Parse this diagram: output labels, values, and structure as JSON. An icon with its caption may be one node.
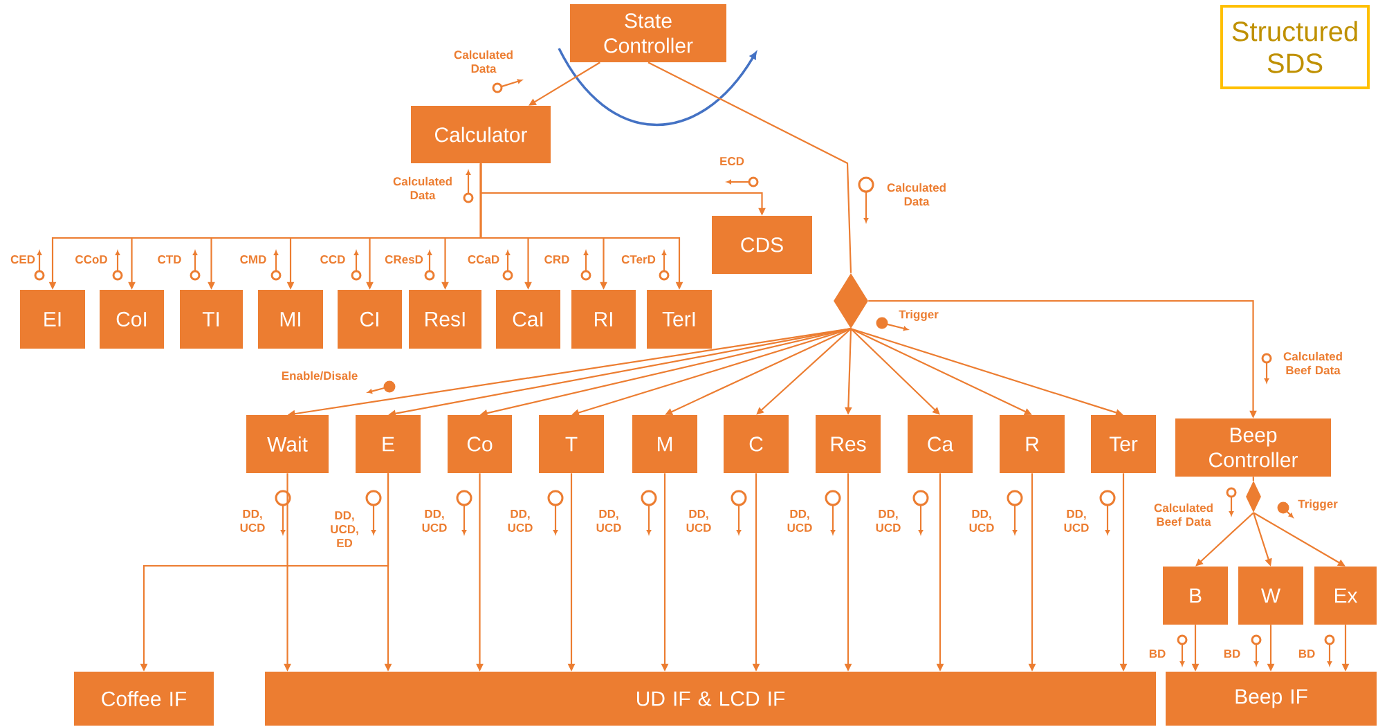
{
  "diagram": {
    "title": "Structured SDS",
    "nodes": [
      {
        "text": [
          "State Controller"
        ]
      },
      {
        "text": [
          "Calculator"
        ]
      },
      {
        "text": [
          "CDS"
        ]
      },
      {
        "text": [
          "EI"
        ]
      },
      {
        "text": [
          "CoI"
        ]
      },
      {
        "text": [
          "TI"
        ]
      },
      {
        "text": [
          "MI"
        ]
      },
      {
        "text": [
          "CI"
        ]
      },
      {
        "text": [
          "ResI"
        ]
      },
      {
        "text": [
          "CaI"
        ]
      },
      {
        "text": [
          "RI"
        ]
      },
      {
        "text": [
          "TerI"
        ]
      },
      {
        "text": [],
        "shape": "diamond"
      },
      {
        "text": [
          "Wait"
        ]
      },
      {
        "text": [
          "E"
        ]
      },
      {
        "text": [
          "Co"
        ]
      },
      {
        "text": [
          "T"
        ]
      },
      {
        "text": [
          "M"
        ]
      },
      {
        "text": [
          "C"
        ]
      },
      {
        "text": [
          "Res"
        ]
      },
      {
        "text": [
          "Ca"
        ]
      },
      {
        "text": [
          "R"
        ]
      },
      {
        "text": [
          "Ter"
        ]
      },
      {
        "text": [
          "Beep Controller"
        ]
      },
      {
        "text": [],
        "shape": "diamond"
      },
      {
        "text": [
          "B"
        ]
      },
      {
        "text": [
          "W"
        ]
      },
      {
        "text": [
          "Ex"
        ]
      },
      {
        "text": [
          "Coffee IF"
        ]
      },
      {
        "text": [
          "UD IF & LCD IF"
        ]
      },
      {
        "text": [
          "Beep IF"
        ]
      }
    ],
    "edges": [
      {
        "from": 0,
        "to": 1,
        "arrow": "to"
      },
      {
        "from": 0,
        "to": 12,
        "arrow": "none"
      },
      {
        "from": 1,
        "to": 2,
        "arrow": "to"
      },
      {
        "from": 1,
        "to": 3,
        "arrow": "to"
      },
      {
        "from": 1,
        "to": 4,
        "arrow": "to"
      },
      {
        "from": 1,
        "to": 5,
        "arrow": "to"
      },
      {
        "from": 1,
        "to": 6,
        "arrow": "to"
      },
      {
        "from": 1,
        "to": 7,
        "arrow": "to"
      },
      {
        "from": 1,
        "to": 8,
        "arrow": "to"
      },
      {
        "from": 1,
        "to": 9,
        "arrow": "to"
      },
      {
        "from": 1,
        "to": 10,
        "arrow": "to"
      },
      {
        "from": 1,
        "to": 11,
        "arrow": "to"
      },
      {
        "from": 12,
        "to": 13,
        "arrow": "to"
      },
      {
        "from": 12,
        "to": 14,
        "arrow": "to"
      },
      {
        "from": 12,
        "to": 15,
        "arrow": "to"
      },
      {
        "from": 12,
        "to": 16,
        "arrow": "to"
      },
      {
        "from": 12,
        "to": 17,
        "arrow": "to"
      },
      {
        "from": 12,
        "to": 18,
        "arrow": "to"
      },
      {
        "from": 12,
        "to": 19,
        "arrow": "to"
      },
      {
        "from": 12,
        "to": 20,
        "arrow": "to"
      },
      {
        "from": 12,
        "to": 21,
        "arrow": "to"
      },
      {
        "from": 12,
        "to": 22,
        "arrow": "to"
      },
      {
        "from": 12,
        "to": 23,
        "arrow": "to"
      },
      {
        "from": 23,
        "to": 24,
        "arrow": "none"
      },
      {
        "from": 24,
        "to": 25,
        "arrow": "to"
      },
      {
        "from": 24,
        "to": 26,
        "arrow": "to"
      },
      {
        "from": 24,
        "to": 27,
        "arrow": "to"
      },
      {
        "from": 13,
        "to": 29,
        "arrow": "to"
      },
      {
        "from": 14,
        "to": 29,
        "arrow": "to"
      },
      {
        "from": 15,
        "to": 29,
        "arrow": "to"
      },
      {
        "from": 16,
        "to": 29,
        "arrow": "to"
      },
      {
        "from": 17,
        "to": 29,
        "arrow": "to"
      },
      {
        "from": 18,
        "to": 29,
        "arrow": "to"
      },
      {
        "from": 19,
        "to": 29,
        "arrow": "to"
      },
      {
        "from": 20,
        "to": 29,
        "arrow": "to"
      },
      {
        "from": 21,
        "to": 29,
        "arrow": "to"
      },
      {
        "from": 22,
        "to": 29,
        "arrow": "to"
      },
      {
        "from": 14,
        "to": 28,
        "arrow": "to"
      },
      {
        "from": 25,
        "to": 30,
        "arrow": "to"
      },
      {
        "from": 26,
        "to": 30,
        "arrow": "to"
      },
      {
        "from": 27,
        "to": 30,
        "arrow": "to"
      }
    ],
    "labels": [
      "Calculated Data",
      "ECD",
      "Calculated Data",
      "Calculated Data",
      "CED",
      "CCoD",
      "CTD",
      "CMD",
      "CCD",
      "CResD",
      "CCaD",
      "CRD",
      "CTerD",
      "Trigger",
      "Calculated Beef Data",
      "Enable/Disale",
      "DD, UCD",
      "DD, UCD, ED",
      "DD, UCD",
      "DD, UCD",
      "DD, UCD",
      "DD, UCD",
      "DD, UCD",
      "DD, UCD",
      "DD, UCD",
      "DD, UCD",
      "Calculated Beef Data",
      "Trigger",
      "BD",
      "BD",
      "BD"
    ]
  }
}
